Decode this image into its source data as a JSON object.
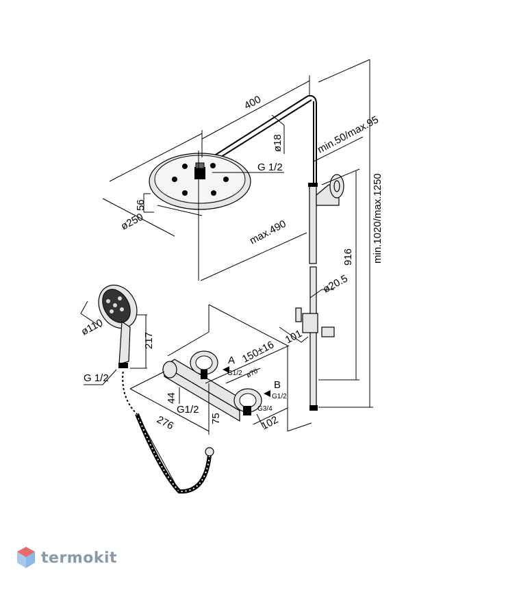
{
  "labels": {
    "d400": "400",
    "d18": "ø18",
    "g12_head": "G 1/2",
    "d56": "56",
    "d250": "ø250",
    "max490": "max.490",
    "min50": "min.50/max.95",
    "d916": "916",
    "d1250": "min.1020/max.1250",
    "d205": "ø20.5",
    "d101": "101",
    "d110": "ø110",
    "d217": "217",
    "g12_hand": "G 1/2",
    "d150": "150±16",
    "a": "A",
    "a_g": "G1/2",
    "d70": "ø70",
    "b": "B",
    "b_g": "G1/2",
    "d44": "44",
    "g12_mixer": "G1/2",
    "g34": "G3/4",
    "d276": "276",
    "d75": "75",
    "d102": "102"
  },
  "logo": {
    "text": "termokit",
    "colors": [
      "#e86a6a",
      "#8fb8e8",
      "#a8c8f0"
    ]
  }
}
